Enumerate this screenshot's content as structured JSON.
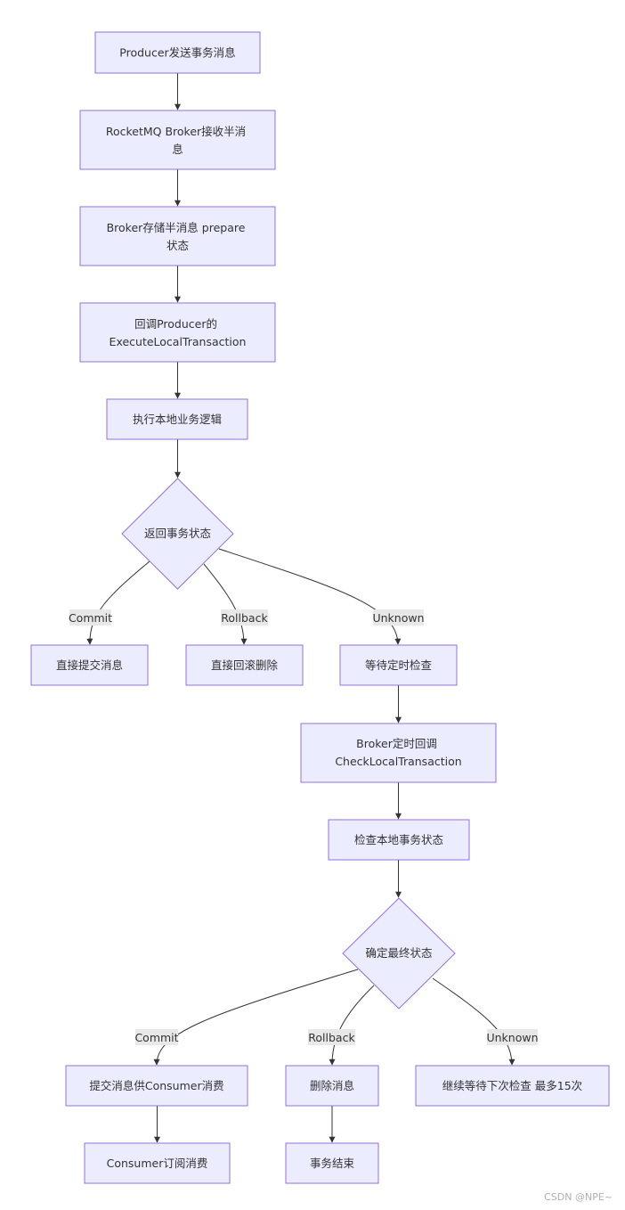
{
  "flowchart": {
    "nodes": {
      "n1": [
        "Producer发送事务消息"
      ],
      "n2": [
        "RocketMQ Broker接收半消",
        "息"
      ],
      "n3": [
        "Broker存储半消息 prepare",
        "状态"
      ],
      "n4": [
        "回调Producer的",
        "ExecuteLocalTransaction"
      ],
      "n5": [
        "执行本地业务逻辑"
      ],
      "d1": [
        "返回事务状态"
      ],
      "n6": [
        "直接提交消息"
      ],
      "n7": [
        "直接回滚删除"
      ],
      "n8": [
        "等待定时检查"
      ],
      "n9": [
        "Broker定时回调",
        "CheckLocalTransaction"
      ],
      "n10": [
        "检查本地事务状态"
      ],
      "d2": [
        "确定最终状态"
      ],
      "n11": [
        "提交消息供Consumer消费"
      ],
      "n12": [
        "删除消息"
      ],
      "n13": [
        "继续等待下次检查 最多15次"
      ],
      "n14": [
        "Consumer订阅消费"
      ],
      "n15": [
        "事务结束"
      ]
    },
    "edge_labels": {
      "commit1": "Commit",
      "rollback1": "Rollback",
      "unknown1": "Unknown",
      "commit2": "Commit",
      "rollback2": "Rollback",
      "unknown2": "Unknown"
    }
  },
  "watermark": "CSDN @NPE~"
}
